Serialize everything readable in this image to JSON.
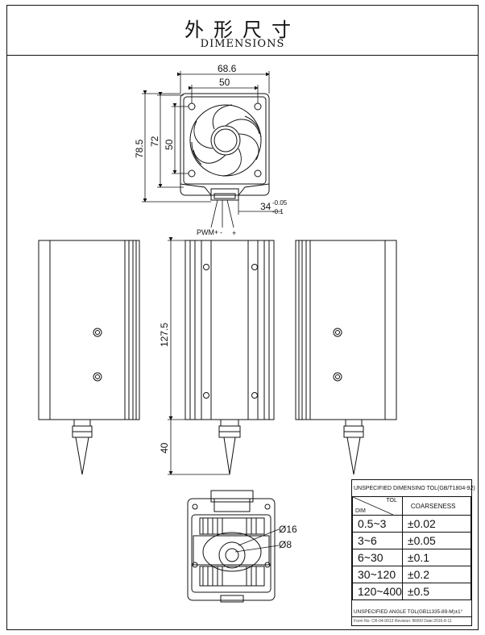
{
  "header": {
    "title_cn": "外形尺寸",
    "title_en": "DIMENSIONS"
  },
  "dimensions": {
    "width_overall": "68.6",
    "hole_spacing_h": "50",
    "height_overall": "78.5",
    "height_fan": "72",
    "hole_spacing_v": "50",
    "connector_tol": "34",
    "connector_tol_upper": "-0.05",
    "connector_tol_lower": "-0.1",
    "body_length": "127.5",
    "spike_length": "40",
    "dia_outer": "Ø16",
    "dia_inner": "Ø8"
  },
  "pins": {
    "pwm": "PWM+",
    "neg": "-",
    "pos": "+"
  },
  "tolerance": {
    "caption": "UNSPECIFIED DIMENSINO TOL(GB/T1804-92)",
    "tol_label": "TOL",
    "dim_label": "DIM",
    "column": "COARSENESS",
    "rows": [
      {
        "range": "0.5~3",
        "value": "±0.02"
      },
      {
        "range": "3~6",
        "value": "±0.05"
      },
      {
        "range": "6~30",
        "value": "±0.1"
      },
      {
        "range": "30~120",
        "value": "±0.2"
      },
      {
        "range": "120~400",
        "value": "±0.5"
      }
    ],
    "angle_note": "UNSPECIFIED ANGLE TOL(GB11335-89-M)±1°",
    "form_note": "Form No: CR-04-0013 Revision: B0/00 Date:2016-8-11"
  }
}
